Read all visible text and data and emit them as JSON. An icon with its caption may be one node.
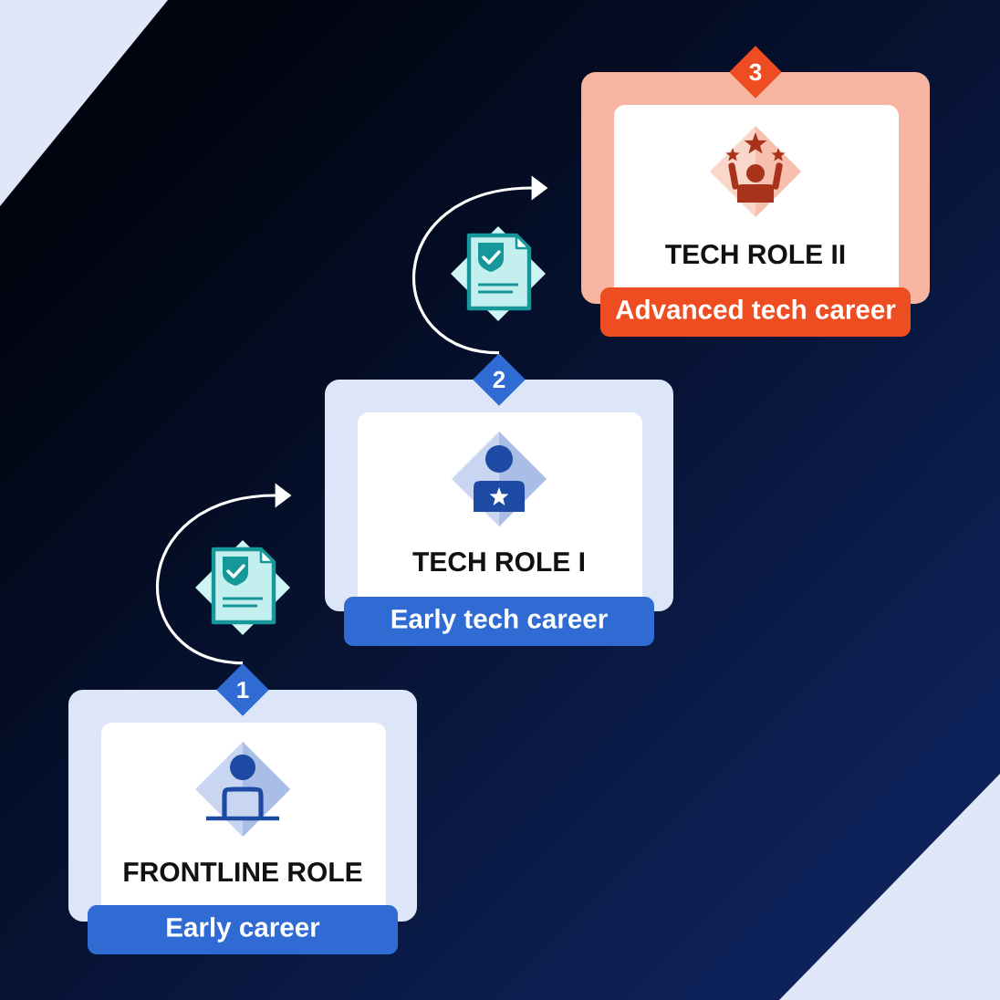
{
  "diagram": {
    "nodes": [
      {
        "text": [
          "1"
        ]
      },
      {
        "text": [
          "FRONTLINE ROLE"
        ]
      },
      {
        "text": [
          "Early career"
        ]
      },
      {
        "text": [
          "2"
        ]
      },
      {
        "text": [
          "TECH ROLE I"
        ]
      },
      {
        "text": [
          "Early tech career"
        ]
      },
      {
        "text": [
          "3"
        ]
      },
      {
        "text": [
          "TECH ROLE II"
        ]
      },
      {
        "text": [
          "Advanced tech career"
        ]
      }
    ],
    "edges": [
      {
        "from": 0,
        "to": 4,
        "arrow": "to"
      },
      {
        "from": 3,
        "to": 7,
        "arrow": "to"
      }
    ]
  }
}
